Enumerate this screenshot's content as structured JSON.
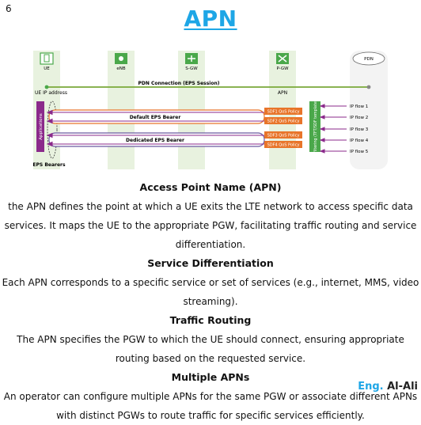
{
  "page_number": "6",
  "title": "APN",
  "diagram": {
    "nodes": [
      "UE",
      "eNB",
      "S-GW",
      "P-GW",
      "PDN"
    ],
    "pdn_connection_label": "PDN Connection (EPS Session)",
    "ue_ip_label": "UE IP address",
    "apn_label": "APN",
    "applications_label": "Applications",
    "default_bearer_label": "Default EPS Bearer",
    "dedicated_bearer_label": "Dedicated EPS Bearer",
    "eps_bearers_label": "EPS Bearers",
    "sdf_policies": [
      "SDF1 QoS Policy",
      "SDF2 QoS Policy",
      "SDF3 QoS Policy",
      "SDF4 QoS Policy"
    ],
    "filtering_label": "Filtering (TFT/SDF template)",
    "ip_flows": [
      "IP flow 1",
      "IP flow 2",
      "IP flow 3",
      "IP flow 4",
      "IP flow 5"
    ]
  },
  "sections": [
    {
      "heading": "Access Point Name (APN)",
      "body": "the APN defines the point at which a UE exits the LTE network to access specific data services. It maps the UE to the appropriate PGW, facilitating traffic routing and service differentiation."
    },
    {
      "heading": "Service Differentiation",
      "body": "Each APN corresponds to a specific service or set of services (e.g., internet, MMS, video streaming)."
    },
    {
      "heading": "Traffic Routing",
      "body": "The APN specifies the PGW to which the UE should connect, ensuring appropriate routing based on the requested service."
    },
    {
      "heading": "Multiple APNs",
      "body": "An operator can configure multiple APNs for the same PGW or associate different APNs with distinct PGWs to route traffic for specific services efficiently."
    }
  ],
  "footer": {
    "eng": "Eng.",
    "name": "Al-Ali"
  },
  "colors": {
    "title": "#1ea6e6",
    "node_green": "#4aa84a",
    "policy_orange": "#e8752a",
    "flow_purple": "#8b2a8b",
    "connection_green": "#7aa83a"
  }
}
